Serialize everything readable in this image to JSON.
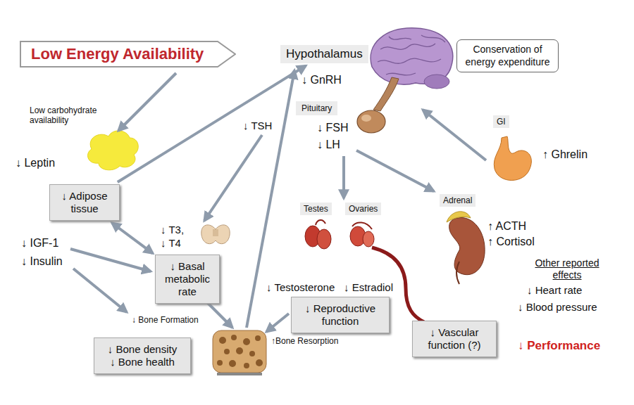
{
  "diagram": {
    "nodes": [
      {
        "text": [
          "Low Energy Availability"
        ]
      },
      {
        "text": [
          "Hypothalamus"
        ]
      },
      {
        "text": [
          "Conservation of energy expenditure"
        ]
      },
      {
        "text": [
          "Pituitary"
        ]
      },
      {
        "text": [
          "↓ Adipose tissue"
        ]
      },
      {
        "text": [
          "↓ Basal metabolic rate"
        ]
      },
      {
        "text": [
          "↓ Reproductive function"
        ]
      },
      {
        "text": [
          "↓ Vascular function (?)"
        ]
      },
      {
        "text": [
          "↓ Bone density",
          "↓ Bone health"
        ]
      }
    ],
    "edges": [
      {
        "from": 4,
        "to": 1,
        "arrow": "to"
      },
      {
        "from": 4,
        "to": 5,
        "arrow": "both"
      }
    ],
    "labels": [
      "Low carbohydrate availability",
      "↓ Leptin",
      "↓ GnRH",
      "↓ TSH",
      "↓ FSH",
      "↓ LH",
      "GI",
      "↑ Ghrelin",
      "↓ T3,",
      "↓ T4",
      "Testes",
      "Ovaries",
      "Adrenal",
      "↑ ACTH",
      "↑ Cortisol",
      "↓ IGF-1",
      "↓ Insulin",
      "↓ Testosterone",
      "↓ Estradiol",
      "Other reported effects",
      "↓ Heart rate",
      "↓ Blood pressure",
      "↓ Performance",
      "↓ Bone Formation",
      "↑Bone Resorption"
    ]
  }
}
